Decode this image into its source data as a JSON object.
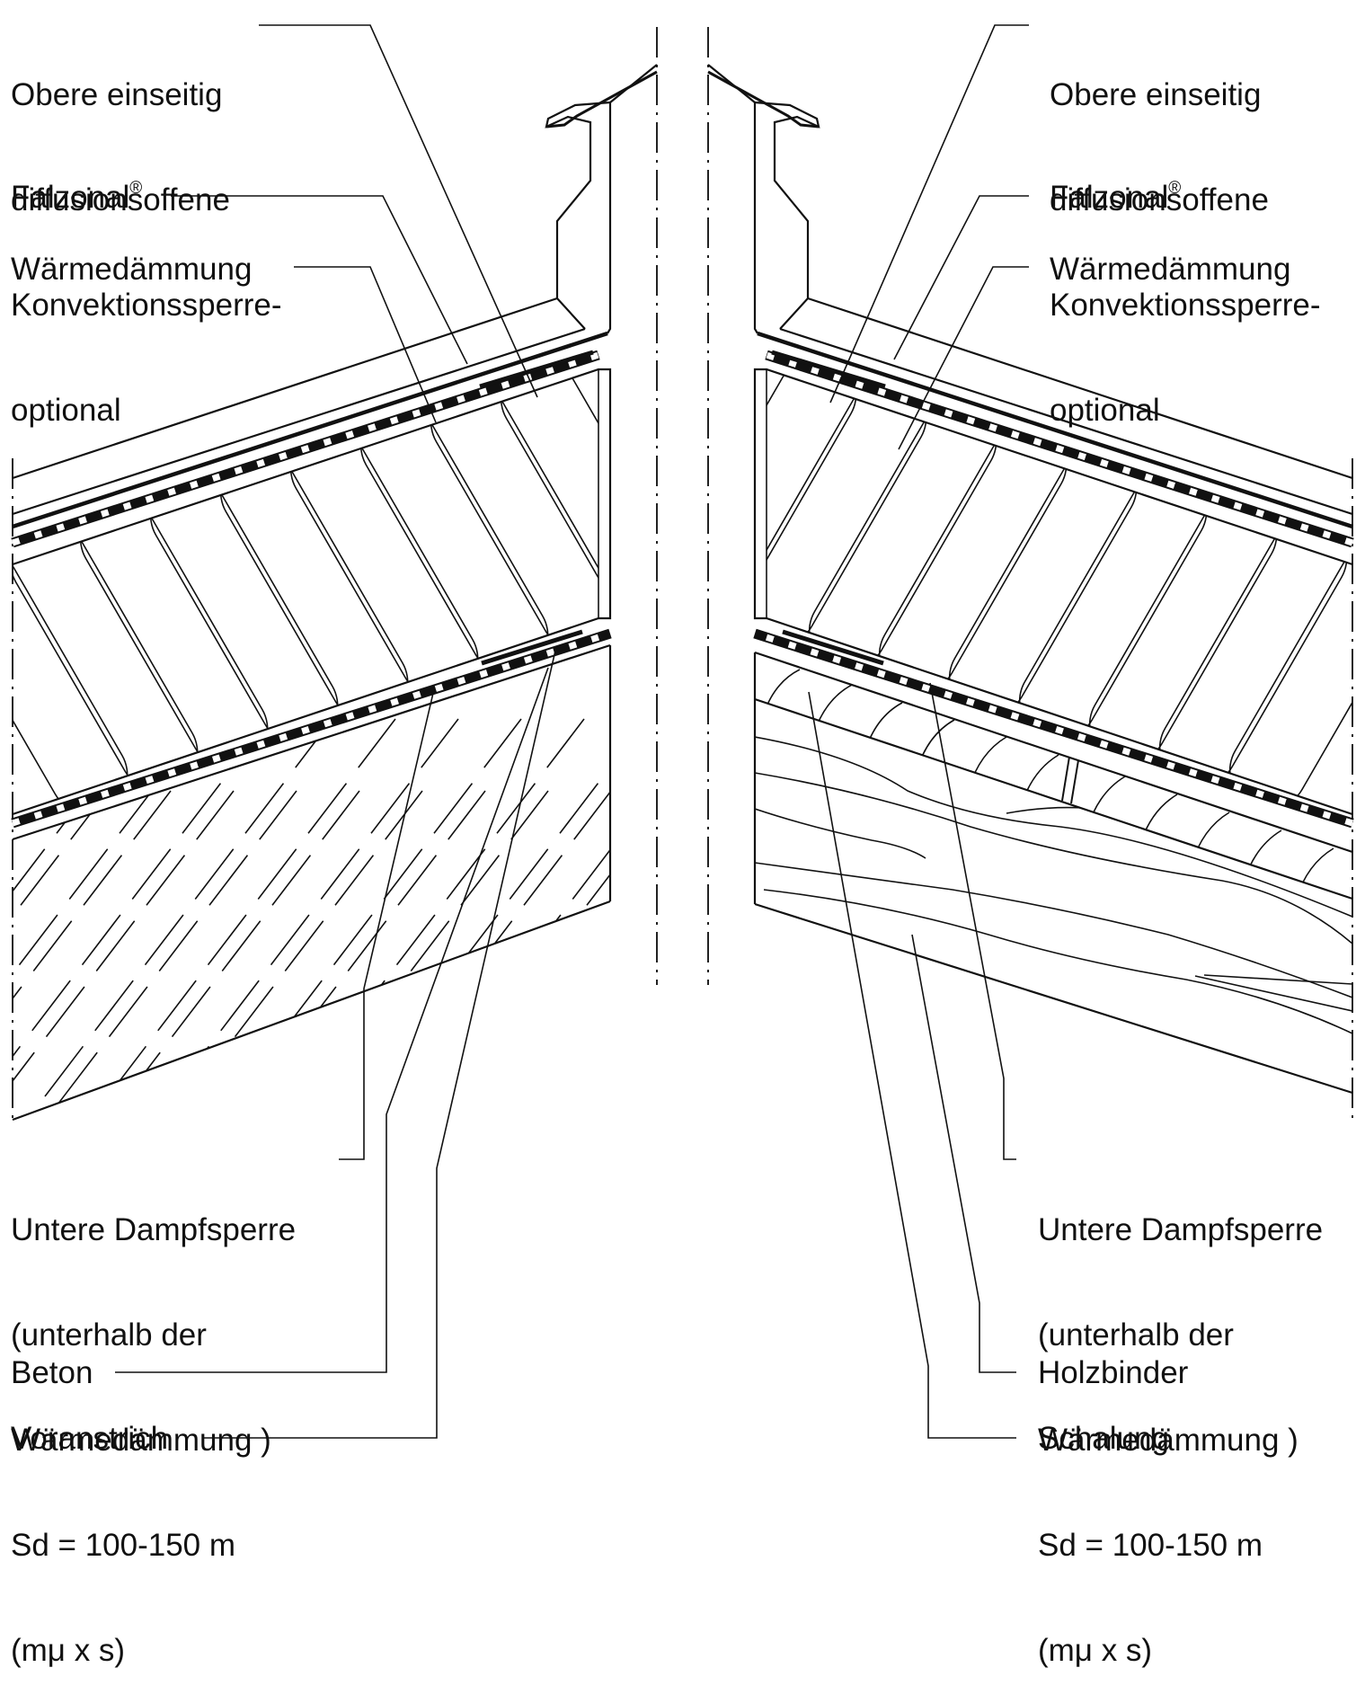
{
  "left_labels": {
    "convection_barrier": [
      "Obere einseitig",
      "diffusionsoffene",
      "Konvektionssperre-",
      "optional"
    ],
    "falzonal": "Falzonal",
    "falzonal_mark": "®",
    "insulation": "Wärmedämmung",
    "vapour_barrier": [
      "Untere Dampfsperre",
      "(unterhalb der",
      "Wärmedämmung )",
      "Sd = 100-150 m",
      "(mμ x s)"
    ],
    "concrete": "Beton",
    "primer": "Voranstrich"
  },
  "right_labels": {
    "convection_barrier": [
      "Obere einseitig",
      "diffusionsoffene",
      "Konvektionssperre-",
      "optional"
    ],
    "falzonal": "Falzonal",
    "falzonal_mark": "®",
    "insulation": "Wärmedämmung",
    "vapour_barrier": [
      "Untere Dampfsperre",
      "(unterhalb der",
      "Wärmedämmung )",
      "Sd = 100-150 m",
      "(mμ x s)"
    ],
    "timber_truss": "Holzbinder",
    "boarding": "Schalung"
  }
}
